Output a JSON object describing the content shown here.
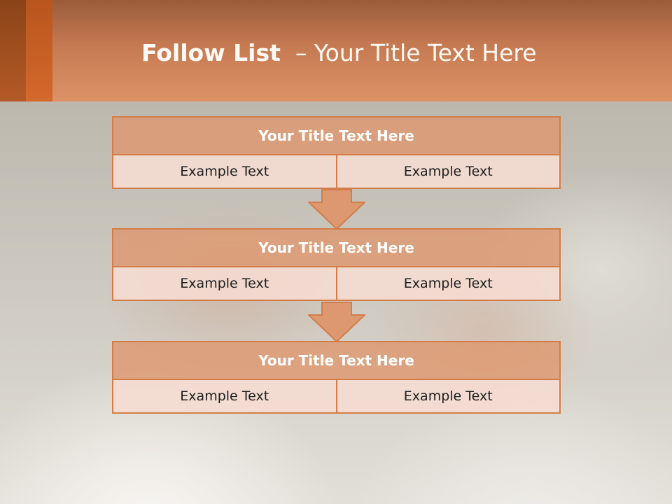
{
  "slide": {
    "title_bold": "Follow List",
    "title_rest": "– Your Title Text Here"
  },
  "blocks": [
    {
      "title": "Your Title Text Here",
      "left": "Example Text",
      "right": "Example Text"
    },
    {
      "title": "Your Title Text Here",
      "left": "Example Text",
      "right": "Example Text"
    },
    {
      "title": "Your Title Text Here",
      "left": "Example Text",
      "right": "Example Text"
    }
  ],
  "colors": {
    "header_orange": "#d4692c",
    "box_border": "#d27e4c",
    "box_header_fill": "#de9870",
    "box_cell_fill": "#f5dcd2"
  },
  "icons": {
    "flow_arrow": "down-arrow-icon"
  }
}
